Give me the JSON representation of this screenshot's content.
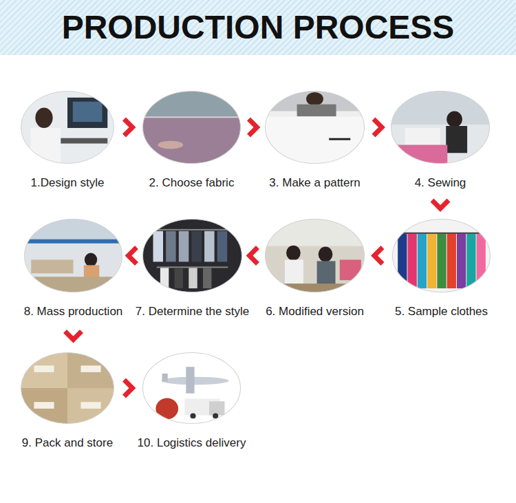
{
  "diagram": {
    "title": "PRODUCTION PROCESS",
    "nodes": [
      {
        "text": [
          "1.Design style"
        ]
      },
      {
        "text": [
          "2. Choose fabric"
        ]
      },
      {
        "text": [
          "3. Make a pattern"
        ]
      },
      {
        "text": [
          "4. Sewing"
        ]
      },
      {
        "text": [
          "5. Sample clothes"
        ]
      },
      {
        "text": [
          "6. Modified version"
        ]
      },
      {
        "text": [
          "7. Determine the style"
        ]
      },
      {
        "text": [
          "8. Mass production"
        ]
      },
      {
        "text": [
          "9. Pack and store"
        ]
      },
      {
        "text": [
          "10. Logistics delivery"
        ]
      }
    ],
    "edges": [
      {
        "from": 0,
        "to": 1,
        "arrow": "to"
      },
      {
        "from": 1,
        "to": 2,
        "arrow": "to"
      },
      {
        "from": 2,
        "to": 3,
        "arrow": "to"
      },
      {
        "from": 3,
        "to": 4,
        "arrow": "to"
      },
      {
        "from": 4,
        "to": 5,
        "arrow": "to"
      },
      {
        "from": 5,
        "to": 6,
        "arrow": "to"
      },
      {
        "from": 6,
        "to": 7,
        "arrow": "to"
      },
      {
        "from": 7,
        "to": 8,
        "arrow": "to"
      },
      {
        "from": 8,
        "to": 9,
        "arrow": "to"
      }
    ]
  }
}
